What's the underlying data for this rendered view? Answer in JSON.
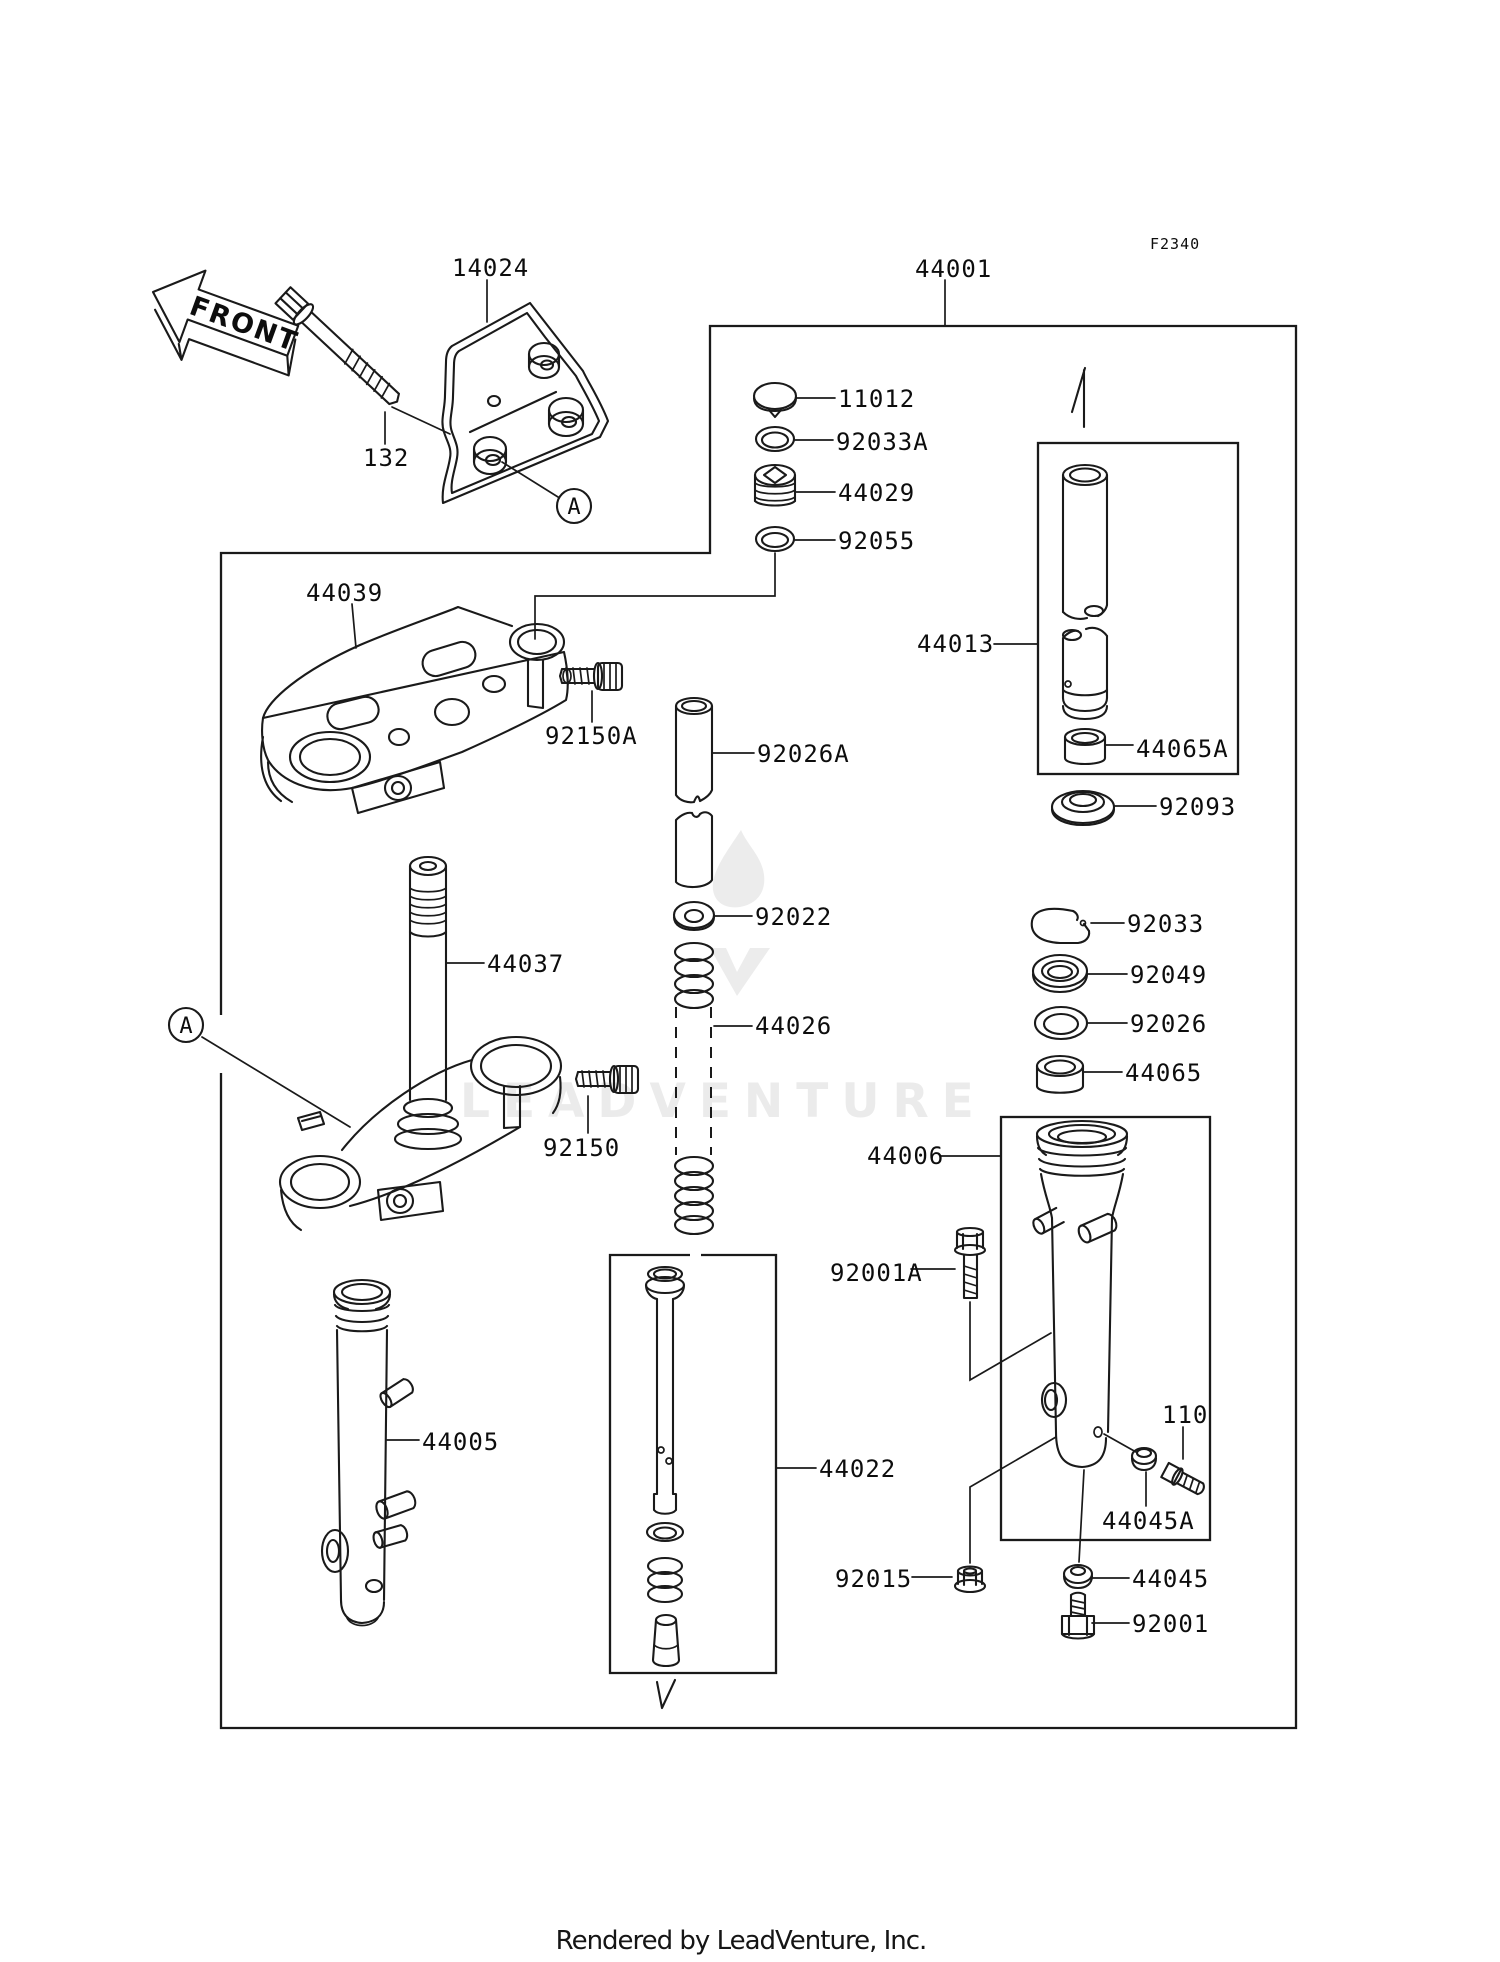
{
  "figure": {
    "drawing_code": "F2340",
    "front_label": "FRONT",
    "detail_marker": "A",
    "watermark_text": "LEADVENTURE",
    "footer": "Rendered by LeadVenture, Inc."
  },
  "parts": [
    {
      "number": "14024"
    },
    {
      "number": "132"
    },
    {
      "number": "44001"
    },
    {
      "number": "11012"
    },
    {
      "number": "92033A"
    },
    {
      "number": "44029"
    },
    {
      "number": "92055"
    },
    {
      "number": "44039"
    },
    {
      "number": "92150A"
    },
    {
      "number": "92026A"
    },
    {
      "number": "44013"
    },
    {
      "number": "44065A"
    },
    {
      "number": "92093"
    },
    {
      "number": "92033"
    },
    {
      "number": "92049"
    },
    {
      "number": "92026"
    },
    {
      "number": "44065"
    },
    {
      "number": "92022"
    },
    {
      "number": "44037"
    },
    {
      "number": "44026"
    },
    {
      "number": "92150"
    },
    {
      "number": "44006"
    },
    {
      "number": "92001A"
    },
    {
      "number": "44005"
    },
    {
      "number": "44022"
    },
    {
      "number": "110"
    },
    {
      "number": "44045A"
    },
    {
      "number": "92015"
    },
    {
      "number": "44045"
    },
    {
      "number": "92001"
    }
  ]
}
